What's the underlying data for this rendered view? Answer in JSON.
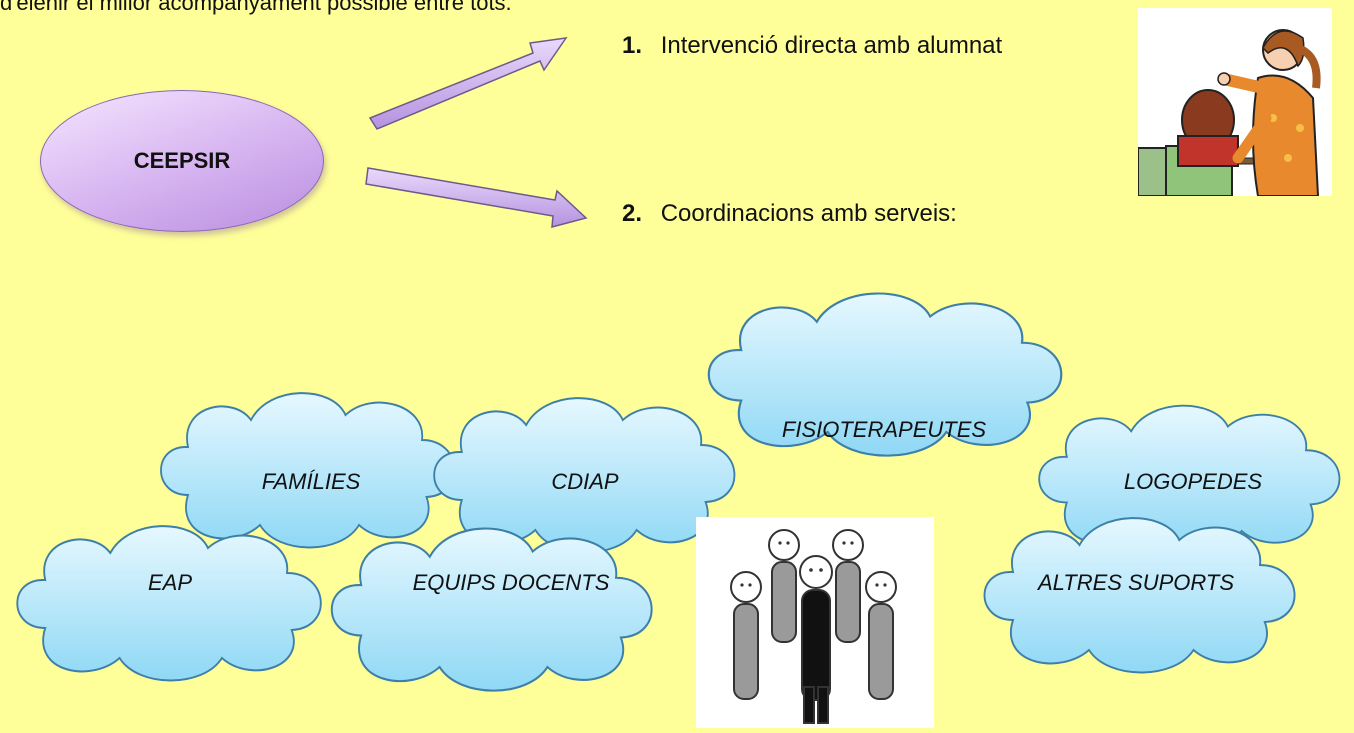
{
  "header_text": "d'elenir el millor acompanyament possible entre tots.",
  "main_entity": "CEEPSIR",
  "items": [
    {
      "number": "1.",
      "label": "Intervenció directa amb alumnat"
    },
    {
      "number": "2.",
      "label": "Coordinacions amb serveis:"
    }
  ],
  "clouds": [
    "FISIOTERAPEUTES",
    "FAMÍLIES",
    "CDIAP",
    "LOGOPEDES",
    "EAP",
    "EQUIPS DOCENTS",
    "ALTRES SUPORTS"
  ],
  "colors": {
    "background": "#ffff99",
    "oval_fill": "#d6b3f0",
    "arrow_fill": "#c9b0ec",
    "cloud_fill": "#a8e4f8",
    "cloud_stroke": "#3d7fa8"
  },
  "images": [
    "teacher-pointing-student-pictogram",
    "group-of-people-pictogram"
  ]
}
